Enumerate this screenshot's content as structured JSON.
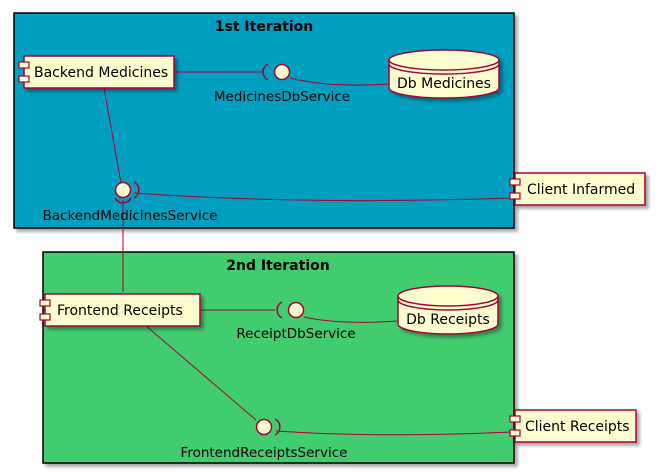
{
  "frames": {
    "first": {
      "title": "1st Iteration",
      "fill": "#009fbf"
    },
    "second": {
      "title": "2nd Iteration",
      "fill": "#42cc70"
    }
  },
  "components": {
    "backend_medicines": "Backend Medicines",
    "frontend_receipts": "Frontend Receipts",
    "client_infarmed": "Client Infarmed",
    "client_receipts": "Client Receipts"
  },
  "databases": {
    "db_medicines": "Db Medicines",
    "db_receipts": "Db Receipts"
  },
  "interfaces": {
    "medicines_db_service": "MedicinesDbService",
    "backend_medicines_service": "BackendMedicinesService",
    "receipt_db_service": "ReceiptDbService",
    "frontend_receipts_service": "FrontendReceiptsService"
  },
  "colors": {
    "component_fill": "#fefece",
    "component_border": "#a80036",
    "connector": "#a80036",
    "frame_border": "#000000"
  }
}
